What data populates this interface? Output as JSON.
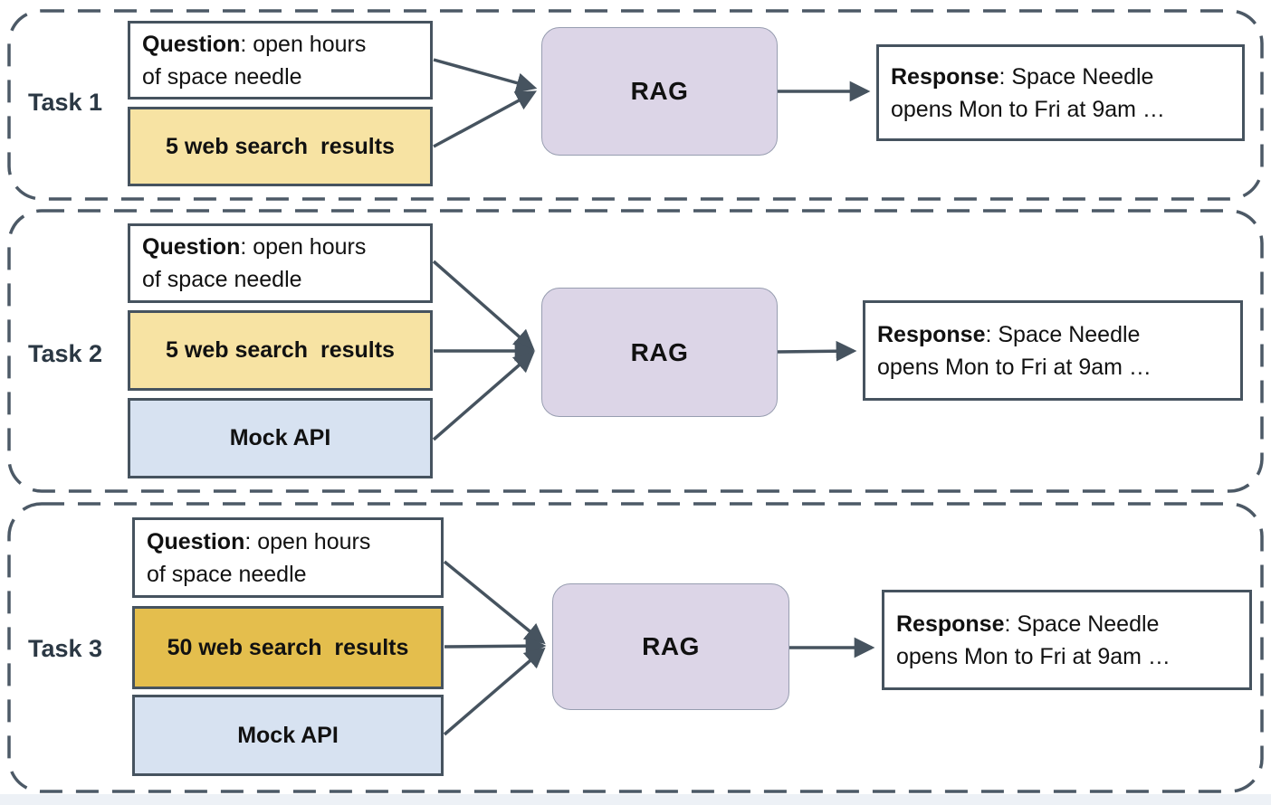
{
  "palette": {
    "outline_dash": "#4C5966",
    "box_border": "#46535F",
    "question_bg": "#FFFFFF",
    "web_5_results_bg": "#F7E3A3",
    "web_50_results_bg": "#E4BE4D",
    "mock_api_bg": "#D7E2F1",
    "rag_bg": "#DCD5E7",
    "rag_border": "#979DB0",
    "task_label_color": "#2B3844",
    "text_color": "#111111"
  },
  "tasks": [
    {
      "label": "Task 1",
      "question": {
        "prefix": "Question",
        "rest": ": open hours of space needle"
      },
      "sources": [
        {
          "name": "web-search-results",
          "text": "5 web search  results"
        }
      ],
      "process": "RAG",
      "response": {
        "prefix": "Response",
        "rest": ": Space Needle opens Mon to Fri at 9am …"
      }
    },
    {
      "label": "Task 2",
      "question": {
        "prefix": "Question",
        "rest": ": open hours of space needle"
      },
      "sources": [
        {
          "name": "web-search-results",
          "text": "5 web search  results"
        },
        {
          "name": "mock-api",
          "text": "Mock API"
        }
      ],
      "process": "RAG",
      "response": {
        "prefix": "Response",
        "rest": ": Space Needle opens Mon to Fri at 9am …"
      }
    },
    {
      "label": "Task 3",
      "question": {
        "prefix": "Question",
        "rest": ": open hours of space needle"
      },
      "sources": [
        {
          "name": "web-search-results",
          "text": "50 web search  results"
        },
        {
          "name": "mock-api",
          "text": "Mock API"
        }
      ],
      "process": "RAG",
      "response": {
        "prefix": "Response",
        "rest": ": Space Needle opens Mon to Fri at 9am …"
      }
    }
  ]
}
